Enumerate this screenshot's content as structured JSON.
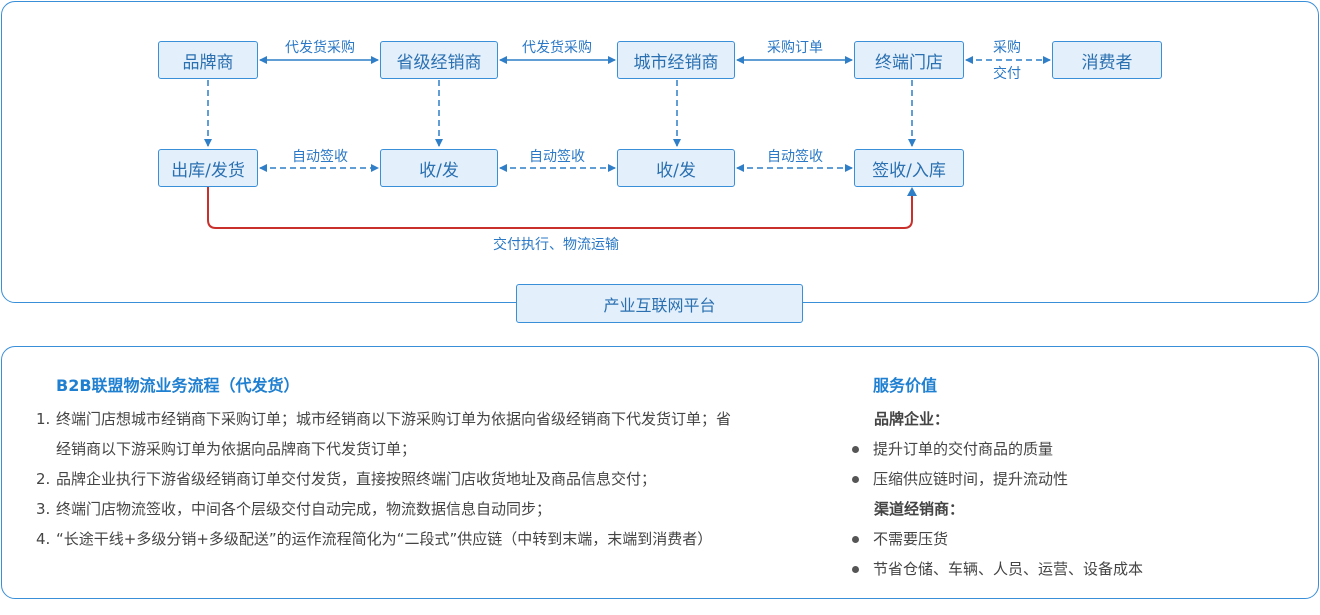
{
  "diagram": {
    "nodes": {
      "brand": "品牌商",
      "provincial": "省级经销商",
      "city": "城市经销商",
      "store": "终端门店",
      "consumer": "消费者",
      "ship_out": "出库/发货",
      "recv_send_1": "收/发",
      "recv_send_2": "收/发",
      "sign_in": "签收/入库"
    },
    "edges": {
      "purchase_1": "代发货采购",
      "purchase_2": "代发货采购",
      "purchase_order": "采购订单",
      "buy": "采购",
      "deliver": "交付",
      "auto_sign_1": "自动签收",
      "auto_sign_2": "自动签收",
      "auto_sign_3": "自动签收",
      "logistics": "交付执行、物流运输"
    },
    "platform": "产业互联网平台"
  },
  "process": {
    "title": "B2B联盟物流业务流程（代发货）",
    "items": [
      {
        "num": "1.",
        "text": "终端门店想城市经销商下采购订单；城市经销商以下游采购订单为依据向省级经销商下代发货订单；省经销商以下游采购订单为依据向品牌商下代发货订单；"
      },
      {
        "num": "2.",
        "text": "品牌企业执行下游省级经销商订单交付发货，直接按照终端门店收货地址及商品信息交付；"
      },
      {
        "num": "3.",
        "text": "终端门店物流签收，中间各个层级交付自动完成，物流数据信息自动同步；"
      },
      {
        "num": "4.",
        "text": "“长途干线+多级分销+多级配送”的运作流程简化为“二段式”供应链（中转到末端，末端到消费者）"
      }
    ]
  },
  "value": {
    "title": "服务价值",
    "groups": [
      {
        "head": "品牌企业：",
        "bullets": [
          "提升订单的交付商品的质量",
          "压缩供应链时间，提升流动性"
        ]
      },
      {
        "head": "渠道经销商：",
        "bullets": [
          "不需要压货",
          "节省仓储、车辆、人员、运营、设备成本"
        ]
      }
    ]
  }
}
